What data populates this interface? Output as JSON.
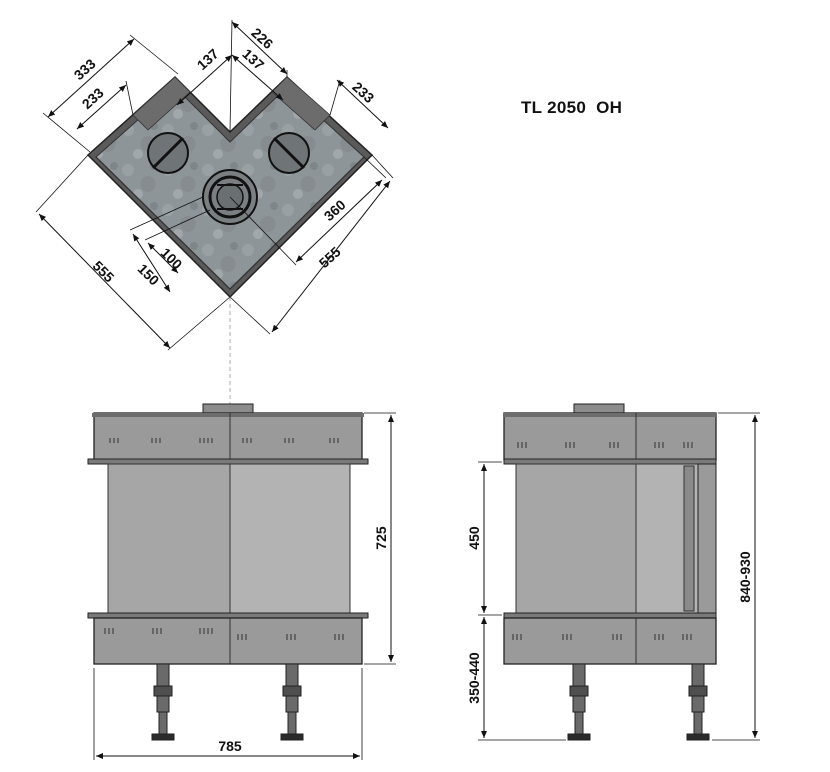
{
  "title": "TL 2050  OH",
  "colors": {
    "body_gray": "#999999",
    "stone_gray": "#8e9599",
    "glass_gray": "#a8a8a8",
    "line": "#111111"
  },
  "top_view": {
    "dimensions": {
      "left_outer": "333",
      "left_inner": "233",
      "top_right": "226",
      "center_left": "137",
      "center_right": "137",
      "right_inner": "233",
      "right_mid": "360",
      "right_outer": "555",
      "left_outer_bottom": "555",
      "flue_inner": "100",
      "flue_outer": "150"
    }
  },
  "front_view": {
    "width": "785",
    "height": "725"
  },
  "side_view": {
    "glass_height": "450",
    "leg_height": "350-440",
    "total_height": "840-930"
  }
}
